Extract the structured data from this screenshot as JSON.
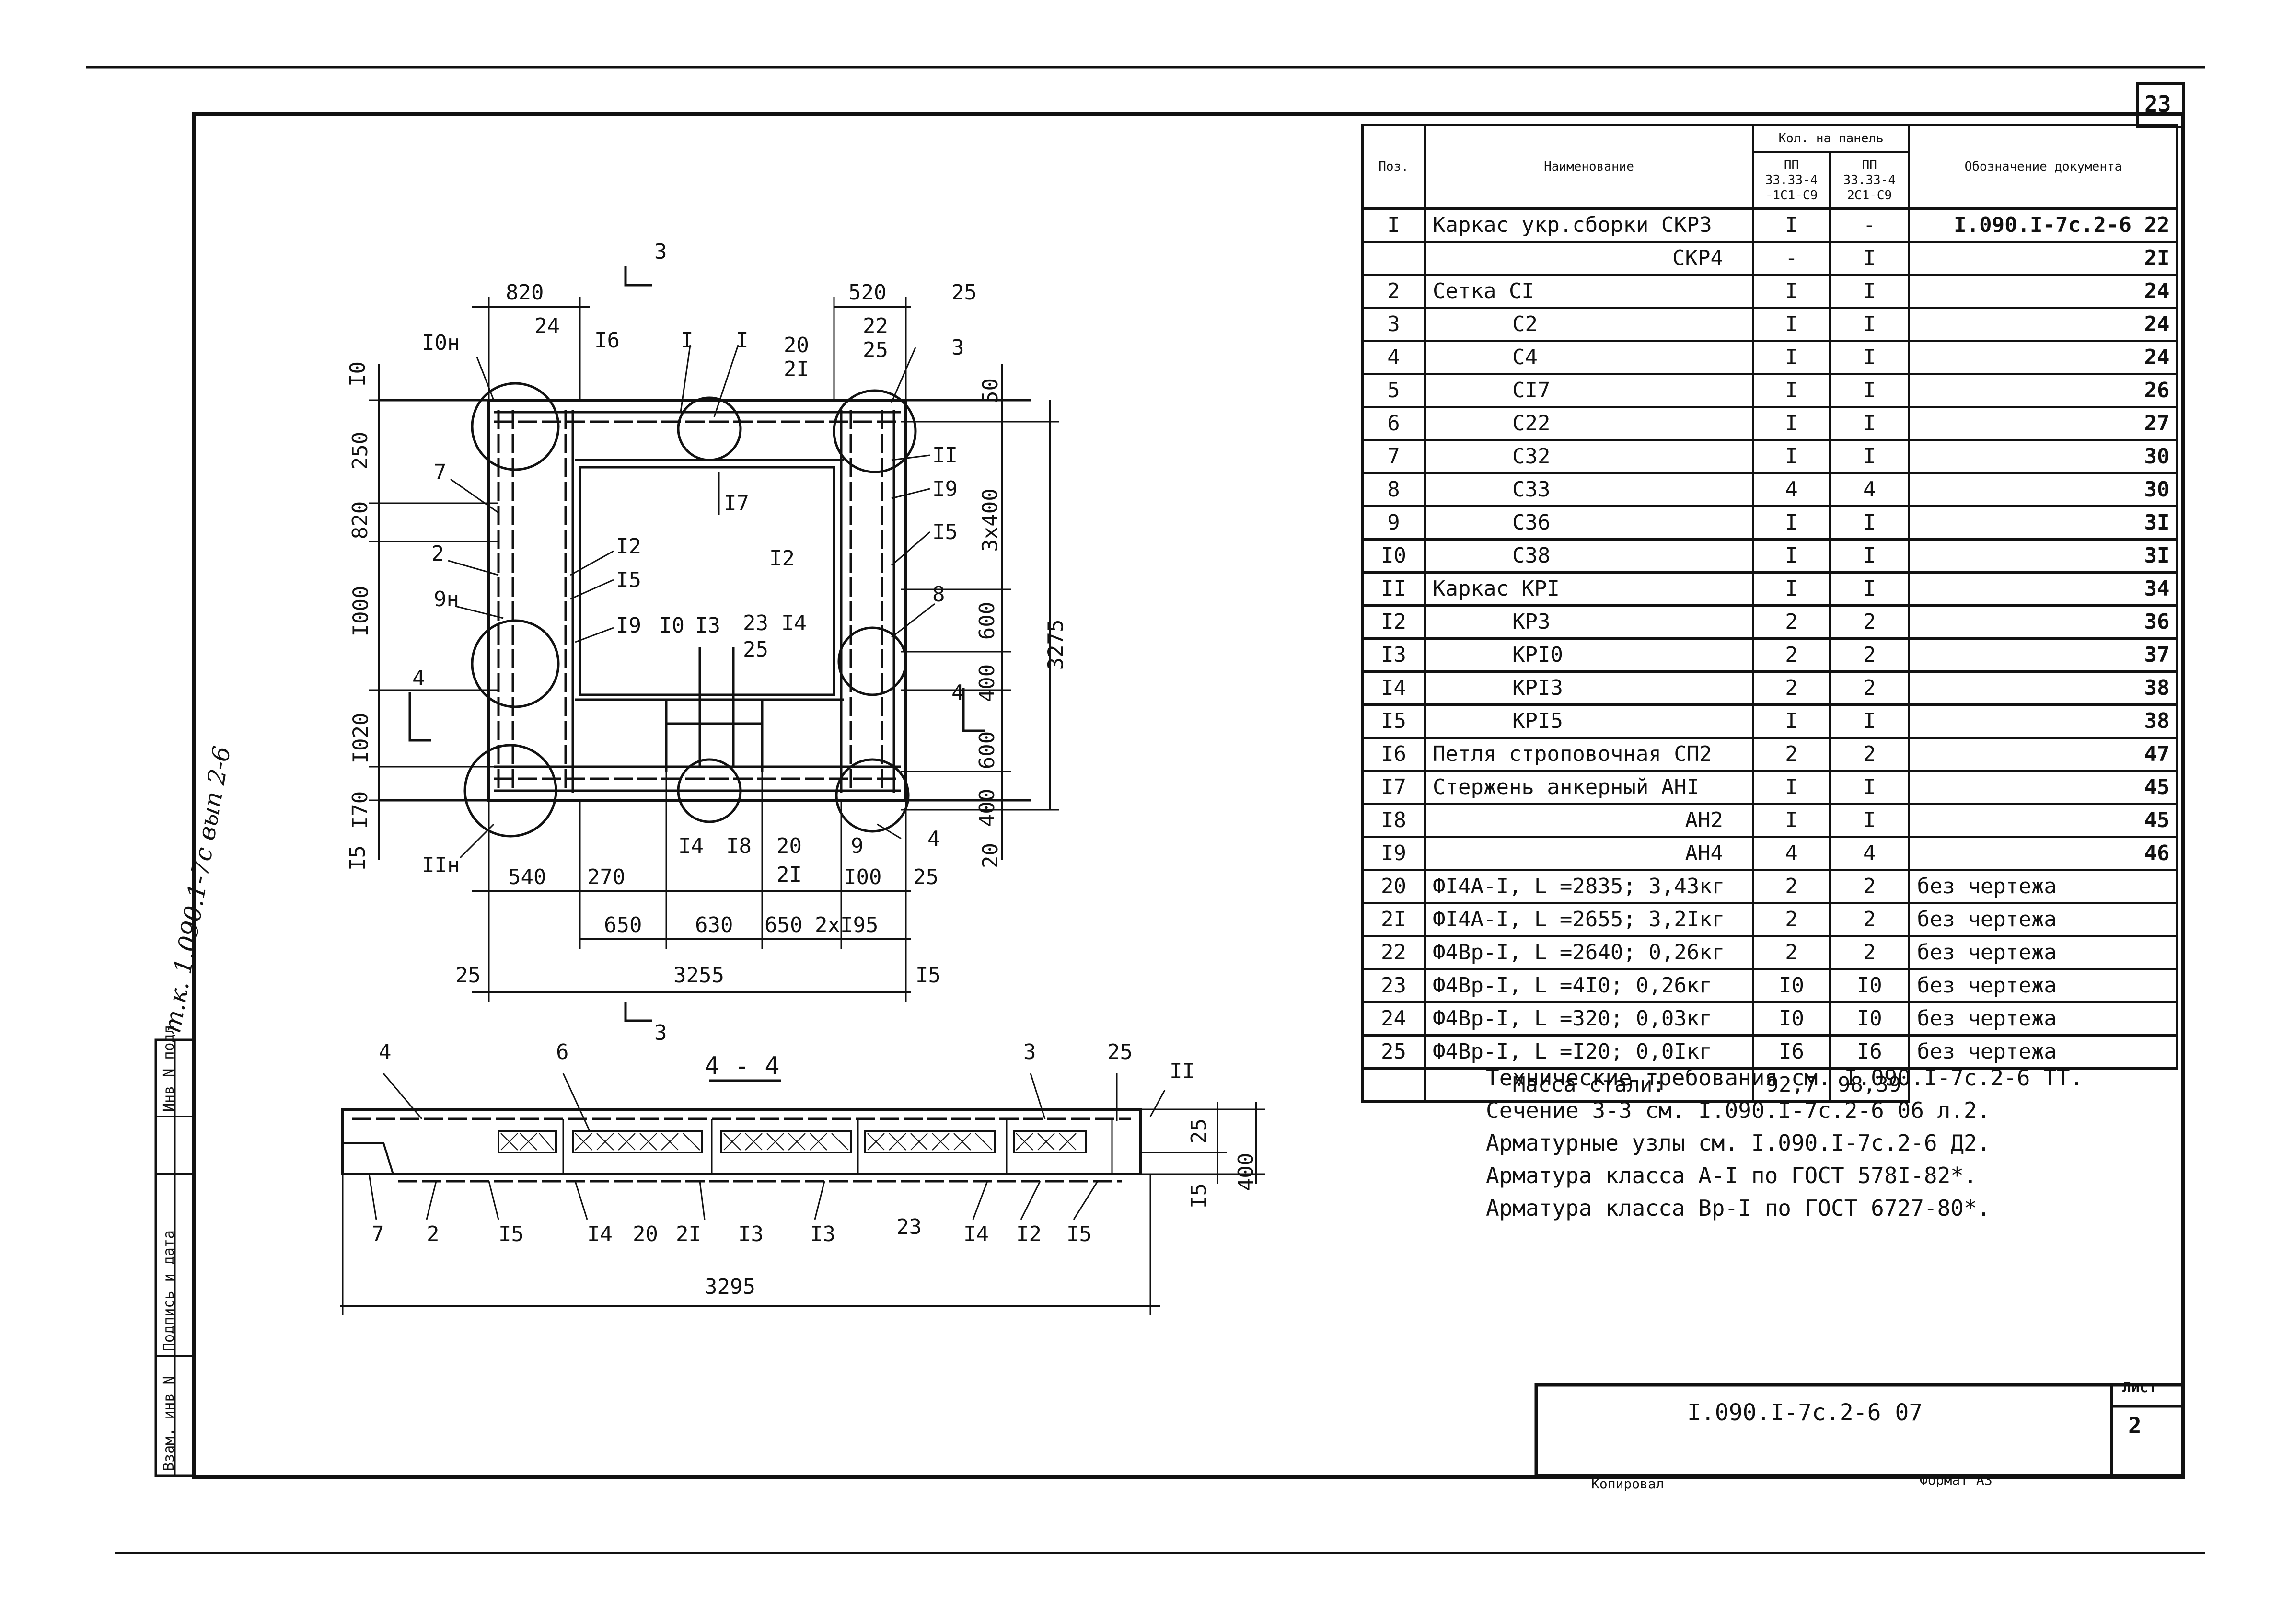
{
  "page_number": "23",
  "side_note": "т.к. 1.090.1-7с вып 2-6",
  "side_stamp": [
    "Инв N подл.",
    "Подпись и дата",
    "Взам. инв N"
  ],
  "table": {
    "headers": {
      "pos": "Поз.",
      "name": "Наименование",
      "qty": "Кол. на панель",
      "qty_a": "ПП 33.33-4 -1С1-С9",
      "qty_b": "ПП 33.33-4 2С1-С9",
      "ref": "Обозначение документа"
    },
    "rows": [
      {
        "pos": "I",
        "name": "Каркас укр.сборки СКР3",
        "a": "I",
        "b": "-",
        "ref": "I.090.I-7с.2-6 22"
      },
      {
        "pos": "",
        "name": "СКР4",
        "a": "-",
        "b": "I",
        "ref": "2I"
      },
      {
        "pos": "2",
        "name": "Сетка СI",
        "a": "I",
        "b": "I",
        "ref": "24"
      },
      {
        "pos": "3",
        "name": "С2",
        "a": "I",
        "b": "I",
        "ref": "24"
      },
      {
        "pos": "4",
        "name": "С4",
        "a": "I",
        "b": "I",
        "ref": "24"
      },
      {
        "pos": "5",
        "name": "СI7",
        "a": "I",
        "b": "I",
        "ref": "26"
      },
      {
        "pos": "6",
        "name": "С22",
        "a": "I",
        "b": "I",
        "ref": "27"
      },
      {
        "pos": "7",
        "name": "С32",
        "a": "I",
        "b": "I",
        "ref": "30"
      },
      {
        "pos": "8",
        "name": "С33",
        "a": "4",
        "b": "4",
        "ref": "30"
      },
      {
        "pos": "9",
        "name": "С36",
        "a": "I",
        "b": "I",
        "ref": "3I"
      },
      {
        "pos": "I0",
        "name": "С38",
        "a": "I",
        "b": "I",
        "ref": "3I"
      },
      {
        "pos": "II",
        "name": "Каркас КРI",
        "a": "I",
        "b": "I",
        "ref": "34"
      },
      {
        "pos": "I2",
        "name": "КР3",
        "a": "2",
        "b": "2",
        "ref": "36"
      },
      {
        "pos": "I3",
        "name": "КРI0",
        "a": "2",
        "b": "2",
        "ref": "37"
      },
      {
        "pos": "I4",
        "name": "КРI3",
        "a": "2",
        "b": "2",
        "ref": "38"
      },
      {
        "pos": "I5",
        "name": "КРI5",
        "a": "I",
        "b": "I",
        "ref": "38"
      },
      {
        "pos": "I6",
        "name": "Петля строповочная СП2",
        "a": "2",
        "b": "2",
        "ref": "47"
      },
      {
        "pos": "I7",
        "name": "Стержень анкерный АНI",
        "a": "I",
        "b": "I",
        "ref": "45"
      },
      {
        "pos": "I8",
        "name": "АН2",
        "a": "I",
        "b": "I",
        "ref": "45"
      },
      {
        "pos": "I9",
        "name": "АН4",
        "a": "4",
        "b": "4",
        "ref": "46"
      },
      {
        "pos": "20",
        "name": "ФI4А-I, L =2835; 3,43кг",
        "a": "2",
        "b": "2",
        "ref": "без чертежа"
      },
      {
        "pos": "2I",
        "name": "ФI4А-I, L =2655; 3,2Iкг",
        "a": "2",
        "b": "2",
        "ref": "без чертежа"
      },
      {
        "pos": "22",
        "name": "Ф4Вр-I, L =2640; 0,26кг",
        "a": "2",
        "b": "2",
        "ref": "без чертежа"
      },
      {
        "pos": "23",
        "name": "Ф4Вр-I, L =4I0; 0,26кг",
        "a": "I0",
        "b": "I0",
        "ref": "без чертежа"
      },
      {
        "pos": "24",
        "name": "Ф4Вр-I, L =320; 0,03кг",
        "a": "I0",
        "b": "I0",
        "ref": "без чертежа"
      },
      {
        "pos": "25",
        "name": "Ф4Вр-I, L =I20; 0,0Iкг",
        "a": "I6",
        "b": "I6",
        "ref": "без чертежа"
      }
    ],
    "mass_label": "Масса стали:",
    "mass_a": "92,7",
    "mass_b": "98,39"
  },
  "notes": [
    "Технические требования см. I.090.I-7с.2-6 ТТ.",
    "Сечение 3-3 см. I.090.I-7с.2-6 06 л.2.",
    "Арматурные узлы см. I.090.I-7с.2-6 Д2.",
    "Арматура класса А-I по ГОСТ 578I-82*.",
    "Арматура класса Вр-I по ГОСТ 6727-80*."
  ],
  "title_block": {
    "code": "I.090.I-7с.2-6 07",
    "sheet_label": "Лист",
    "sheet_number": "2"
  },
  "footer": {
    "copied": "Копировал",
    "format": "Формат А3"
  },
  "plan": {
    "top_dims": [
      "820",
      "24",
      "I6",
      "I",
      "I",
      "20",
      "2I",
      "520",
      "22",
      "25",
      "25"
    ],
    "left_dims": [
      "I0",
      "250",
      "820",
      "I000",
      "I020",
      "I70",
      "I5"
    ],
    "right_dims": [
      "50",
      "3x400",
      "600",
      "400",
      "600",
      "400",
      "20"
    ],
    "overall_right": "3275",
    "bottom_dims": [
      "540",
      "270",
      "650",
      "630",
      "650",
      "2xI95",
      "I00",
      "25"
    ],
    "overall_bottom": "3255",
    "bottom_edges": [
      "25",
      "I5"
    ],
    "section_mark": "3",
    "cut_mark": "4",
    "callouts": [
      "I0н",
      "7",
      "2",
      "9н",
      "IIн",
      "I2",
      "I5",
      "I9",
      "I0",
      "I3",
      "23",
      "25",
      "I4",
      "I2",
      "8",
      "II",
      "I9",
      "I5",
      "3",
      "I7",
      "I4",
      "I8",
      "20",
      "2I",
      "9",
      "4"
    ]
  },
  "section": {
    "title": "4 - 4",
    "callouts_top": [
      "4",
      "6",
      "3",
      "25",
      "II"
    ],
    "callouts_bottom": [
      "7",
      "2",
      "I5",
      "I4",
      "20",
      "2I",
      "I3",
      "I3",
      "23",
      "I4",
      "I2",
      "I5"
    ],
    "height_dims": [
      "25",
      "I5",
      "400"
    ],
    "overall": "3295"
  }
}
